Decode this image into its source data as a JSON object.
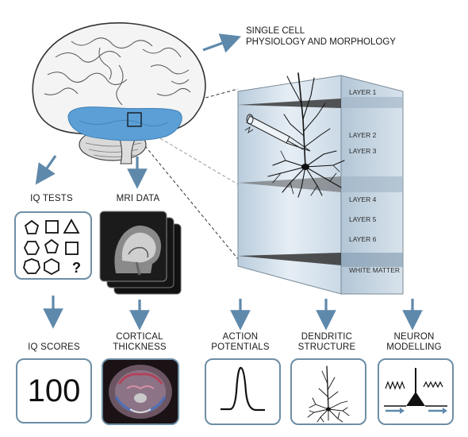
{
  "colors": {
    "arrow": "#5f89ab",
    "box_border": "#6d8ea5",
    "brain_highlight": "#5b9fd6",
    "cortex_block": "#cfdbe6"
  },
  "top_note": {
    "line1": "SINGLE CELL",
    "line2": "PHYSIOLOGY AND MORPHOLOGY"
  },
  "layers": [
    "LAYER 1",
    "LAYER 2",
    "LAYER 3",
    "LAYER 4",
    "LAYER 5",
    "LAYER 6",
    "WHITE MATTER"
  ],
  "middle_labels": {
    "iq_tests": "IQ TESTS",
    "mri_data": "MRI DATA"
  },
  "iq_question_mark": "?",
  "bottom_labels": [
    {
      "line1": "IQ SCORES",
      "line2": ""
    },
    {
      "line1": "CORTICAL",
      "line2": "THICKNESS"
    },
    {
      "line1": "ACTION",
      "line2": "POTENTIALS"
    },
    {
      "line1": "DENDRITIC",
      "line2": "STRUCTURE"
    },
    {
      "line1": "NEURON",
      "line2": "MODELLING"
    }
  ],
  "iq_score_value": "100",
  "icons": [
    "brain-icon",
    "neuron-icon",
    "electrode-icon",
    "mri-stack-icon",
    "coronal-slice-icon",
    "action-potential-icon",
    "dendrite-icon",
    "neuron-model-icon"
  ]
}
